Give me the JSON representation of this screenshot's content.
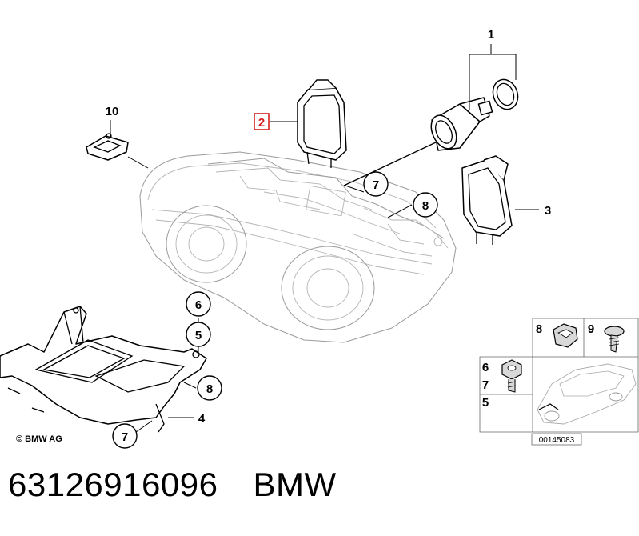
{
  "parts": {
    "p1": "1",
    "p2": "2",
    "p3": "3",
    "p4": "4",
    "p5": "5",
    "p6": "6",
    "p7": "7",
    "p8": "8",
    "p10": "10"
  },
  "inset": {
    "p5": "5",
    "p6": "6",
    "p7": "7",
    "p8": "8",
    "p9": "9",
    "diagram_id": "00145083"
  },
  "copyright": "© BMW AG",
  "caption": {
    "part_number": "63126916096",
    "brand": "BMW"
  },
  "colors": {
    "highlight": "#d62020",
    "line": "#000000",
    "ghost": "#9a9a9a"
  }
}
